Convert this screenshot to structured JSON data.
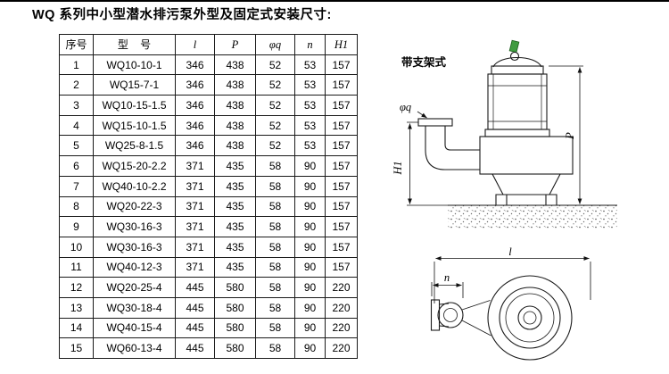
{
  "page": {
    "title": "WQ 系列中小型潜水排污泵外型及固定式安装尺寸:"
  },
  "table": {
    "headers": [
      "序号",
      "型    号",
      "l",
      "P",
      "φq",
      "n",
      "H1"
    ],
    "rows": [
      [
        "1",
        "WQ10-10-1",
        "346",
        "438",
        "52",
        "53",
        "157"
      ],
      [
        "2",
        "WQ15-7-1",
        "346",
        "438",
        "52",
        "53",
        "157"
      ],
      [
        "3",
        "WQ10-15-1.5",
        "346",
        "438",
        "52",
        "53",
        "157"
      ],
      [
        "4",
        "WQ15-10-1.5",
        "346",
        "438",
        "52",
        "53",
        "157"
      ],
      [
        "5",
        "WQ25-8-1.5",
        "346",
        "438",
        "52",
        "53",
        "157"
      ],
      [
        "6",
        "WQ15-20-2.2",
        "371",
        "435",
        "58",
        "90",
        "157"
      ],
      [
        "7",
        "WQ40-10-2.2",
        "371",
        "435",
        "58",
        "90",
        "157"
      ],
      [
        "8",
        "WQ20-22-3",
        "371",
        "435",
        "58",
        "90",
        "157"
      ],
      [
        "9",
        "WQ30-16-3",
        "371",
        "435",
        "58",
        "90",
        "157"
      ],
      [
        "10",
        "WQ30-16-3",
        "371",
        "435",
        "58",
        "90",
        "157"
      ],
      [
        "11",
        "WQ40-12-3",
        "371",
        "435",
        "58",
        "90",
        "157"
      ],
      [
        "12",
        "WQ20-25-4",
        "445",
        "580",
        "58",
        "90",
        "220"
      ],
      [
        "13",
        "WQ30-18-4",
        "445",
        "580",
        "58",
        "90",
        "220"
      ],
      [
        "14",
        "WQ40-15-4",
        "445",
        "580",
        "58",
        "90",
        "220"
      ],
      [
        "15",
        "WQ60-13-4",
        "445",
        "580",
        "58",
        "90",
        "220"
      ]
    ]
  },
  "drawing": {
    "bracket_label": "带支架式",
    "labels": {
      "phi_q": "φq",
      "p": "P",
      "h1": "H1",
      "l": "l",
      "n": "n"
    },
    "colors": {
      "line": "#1a1a1a",
      "cable_green": "#3f9b3f"
    }
  }
}
